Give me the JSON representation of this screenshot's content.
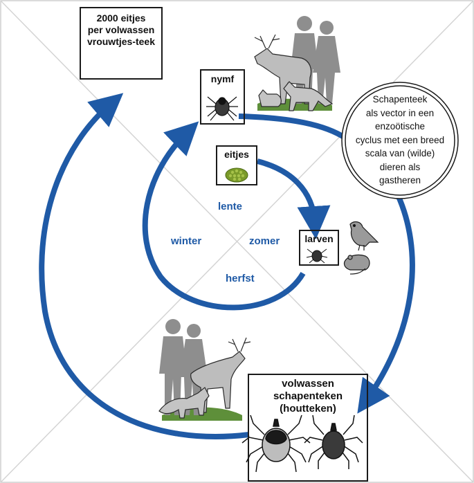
{
  "boxes": {
    "eggs_2000": "2000 eitjes\nper volwassen\nvrouwtjes-teek",
    "nymph": "nymf",
    "eggs": "eitjes",
    "larvae": "larven",
    "adults": "volwassen\nschapenteken\n(houtteken)"
  },
  "seasons": {
    "spring": "lente",
    "summer": "zomer",
    "autumn": "herfst",
    "winter": "winter"
  },
  "note": "Schapenteek\nals vector in een\nenzoötische\ncyclus met een breed\nscala van (wilde)\ndieren als\ngastheren",
  "colors": {
    "arrow": "#1f5aa6",
    "egg": "#7a9a2a",
    "grass": "#5e8f3a",
    "silhouette": "#9a9a9a"
  }
}
